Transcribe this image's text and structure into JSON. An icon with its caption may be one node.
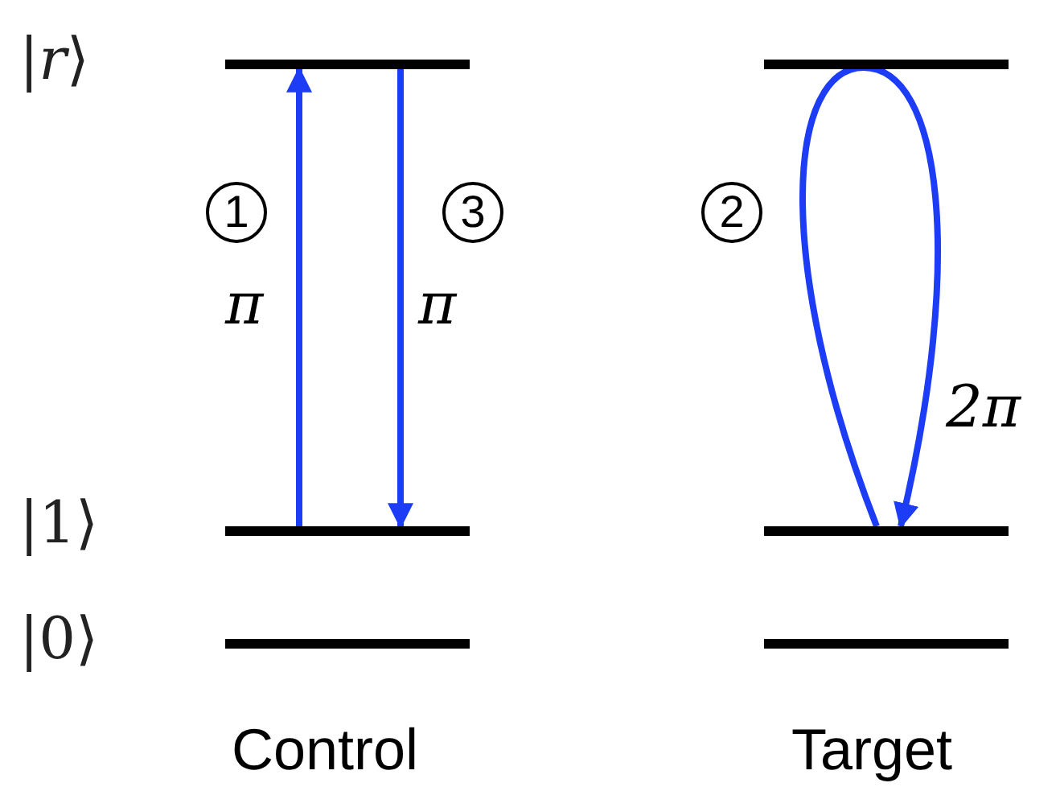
{
  "diagram": {
    "nodes": [
      {
        "text": [],
        "shape": "bar"
      },
      {
        "text": [],
        "shape": "bar"
      },
      {
        "text": [
          "1"
        ]
      },
      {
        "text": [
          "3"
        ]
      },
      {
        "text": [
          "2"
        ]
      },
      {
        "text": [],
        "shape": "bar"
      },
      {
        "text": [],
        "shape": "bar"
      },
      {
        "text": [],
        "shape": "bar"
      },
      {
        "text": [],
        "shape": "bar"
      }
    ],
    "edges": [
      {
        "from": 5,
        "to": 0,
        "arrow": "to",
        "label": "π"
      },
      {
        "from": 0,
        "to": 5,
        "arrow": "to",
        "label": "π"
      },
      {
        "from": 6,
        "to": 6,
        "arrow": "to",
        "label": "2π"
      }
    ],
    "labels": [
      "|*r*⟩",
      "|1⟩",
      "|0⟩",
      "Control",
      "Target"
    ]
  }
}
